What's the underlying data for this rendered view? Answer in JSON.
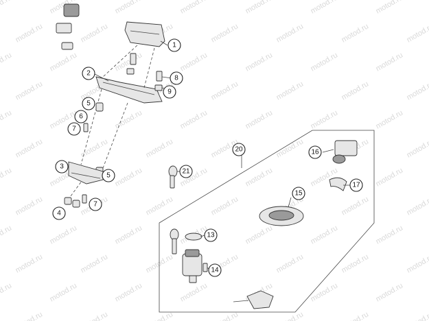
{
  "watermark": {
    "text": "motod.ru",
    "color": "#d9d9d9"
  },
  "callouts": [
    {
      "id": "1",
      "label": "1"
    },
    {
      "id": "2",
      "label": "2"
    },
    {
      "id": "3",
      "label": "3"
    },
    {
      "id": "4",
      "label": "4"
    },
    {
      "id": "5a",
      "label": "5"
    },
    {
      "id": "5b",
      "label": "5"
    },
    {
      "id": "6",
      "label": "6"
    },
    {
      "id": "7a",
      "label": "7"
    },
    {
      "id": "7b",
      "label": "7"
    },
    {
      "id": "8",
      "label": "8"
    },
    {
      "id": "9",
      "label": "9"
    },
    {
      "id": "13",
      "label": "13"
    },
    {
      "id": "14",
      "label": "14"
    },
    {
      "id": "15",
      "label": "15"
    },
    {
      "id": "16",
      "label": "16"
    },
    {
      "id": "17",
      "label": "17"
    },
    {
      "id": "20",
      "label": "20"
    },
    {
      "id": "21",
      "label": "21"
    }
  ]
}
